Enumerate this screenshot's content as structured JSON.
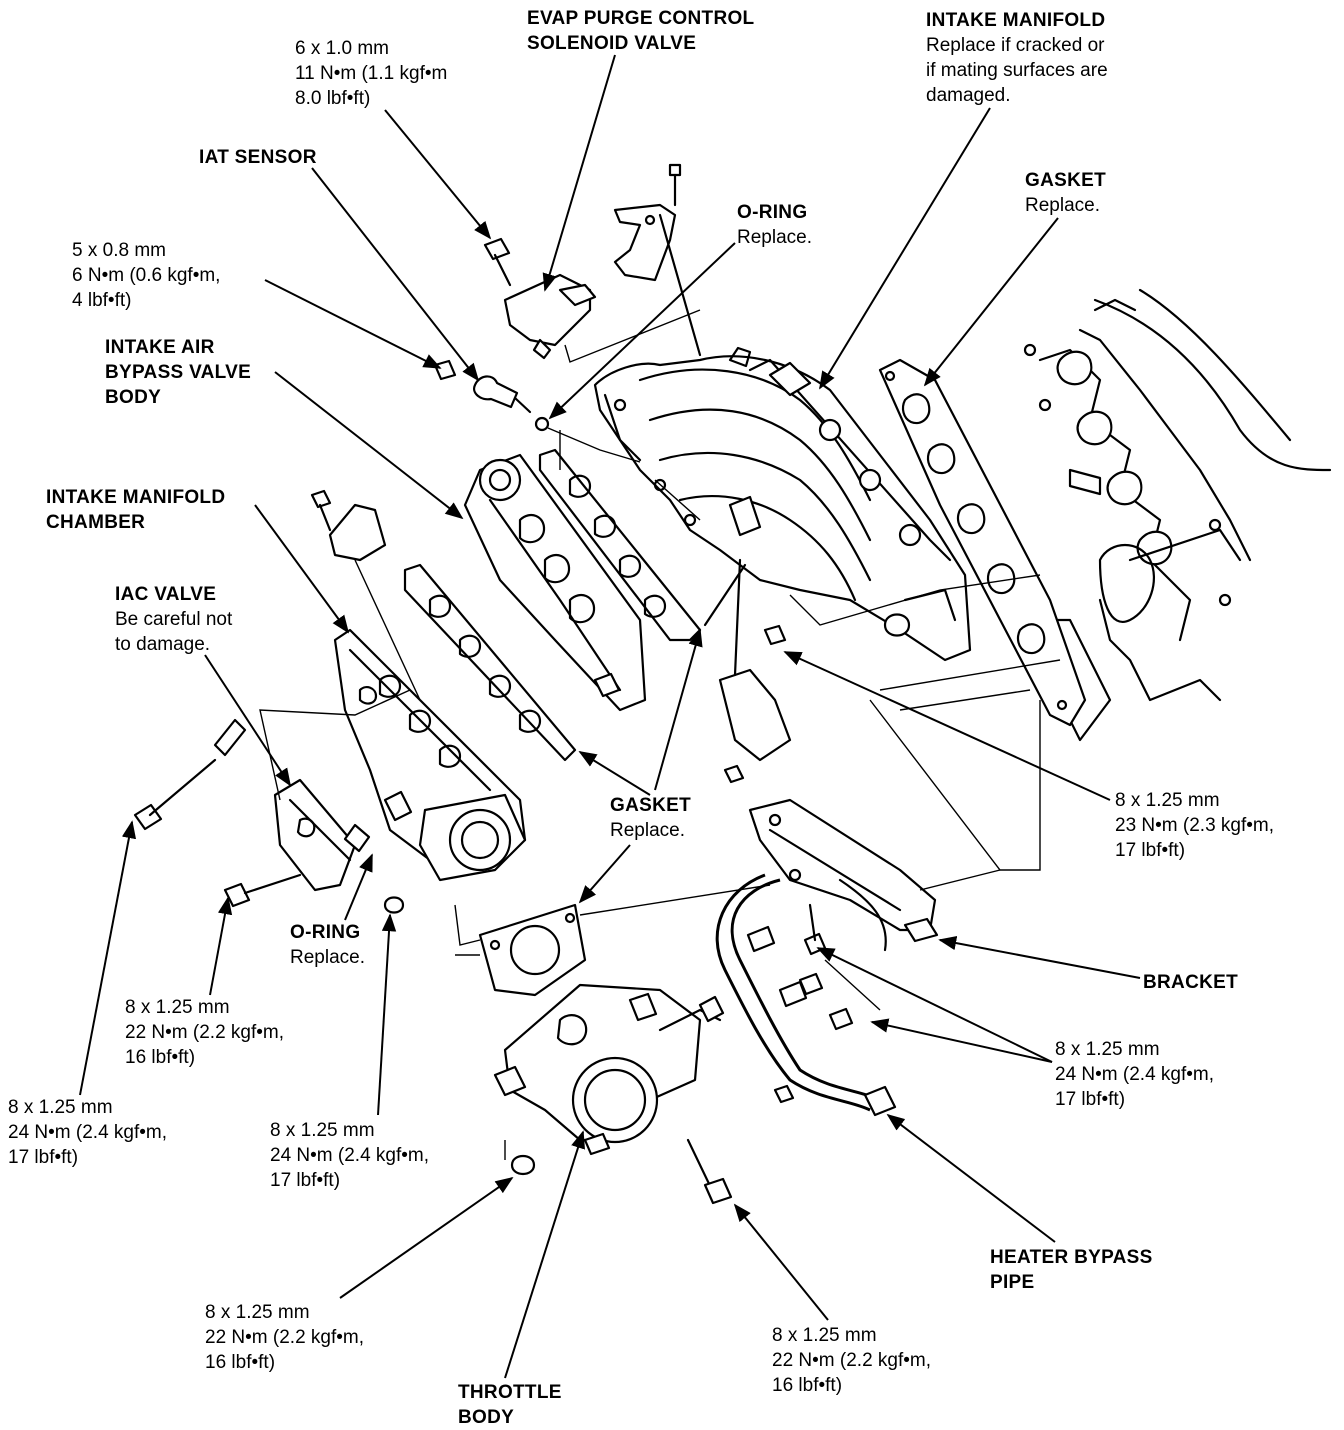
{
  "colors": {
    "ink": "#000000",
    "paper": "#ffffff"
  },
  "labels": {
    "evap": {
      "title": [
        "EVAP PURGE CONTROL",
        "SOLENOID VALVE"
      ],
      "note": []
    },
    "bolt_6x10": {
      "title": [],
      "note": [
        "6 x 1.0 mm",
        "11 N•m (1.1 kgf•m",
        "8.0 lbf•ft)"
      ]
    },
    "intake_manifold": {
      "title": [
        "INTAKE MANIFOLD"
      ],
      "note": [
        "Replace if cracked or",
        "if mating surfaces are",
        "damaged."
      ]
    },
    "iat": {
      "title": [
        "IAT SENSOR"
      ],
      "note": []
    },
    "gasket_top": {
      "title": [
        "GASKET"
      ],
      "note": [
        "Replace."
      ]
    },
    "oring_top": {
      "title": [
        "O-RING"
      ],
      "note": [
        "Replace."
      ]
    },
    "bolt_5x08": {
      "title": [],
      "note": [
        "5 x 0.8 mm",
        "6 N•m (0.6 kgf•m,",
        "4 lbf•ft)"
      ]
    },
    "bypass_valve": {
      "title": [
        "INTAKE AIR",
        "BYPASS VALVE",
        "BODY"
      ],
      "note": []
    },
    "chamber": {
      "title": [
        "INTAKE MANIFOLD",
        "CHAMBER"
      ],
      "note": []
    },
    "iac": {
      "title": [
        "IAC VALVE"
      ],
      "note": [
        "Be careful not",
        "to damage."
      ]
    },
    "bolt_23": {
      "title": [],
      "note": [
        "8 x 1.25 mm",
        "23 N•m (2.3 kgf•m,",
        "17 lbf•ft)"
      ]
    },
    "gasket_mid": {
      "title": [
        "GASKET"
      ],
      "note": [
        "Replace."
      ]
    },
    "bracket": {
      "title": [
        "BRACKET"
      ],
      "note": []
    },
    "oring_mid": {
      "title": [
        "O-RING"
      ],
      "note": [
        "Replace."
      ]
    },
    "bolt_22_left": {
      "title": [],
      "note": [
        "8 x 1.25 mm",
        "22 N•m (2.2 kgf•m,",
        "16 lbf•ft)"
      ]
    },
    "bolt_24_right": {
      "title": [],
      "note": [
        "8 x 1.25 mm",
        "24 N•m (2.4 kgf•m,",
        "17 lbf•ft)"
      ]
    },
    "bolt_24_far_left": {
      "title": [],
      "note": [
        "8 x 1.25 mm",
        "24 N•m (2.4 kgf•m,",
        "17 lbf•ft)"
      ]
    },
    "bolt_24_center": {
      "title": [],
      "note": [
        "8 x 1.25 mm",
        "24 N•m (2.4 kgf•m,",
        "17 lbf•ft)"
      ]
    },
    "heater_pipe": {
      "title": [
        "HEATER BYPASS",
        "PIPE"
      ],
      "note": []
    },
    "bolt_22_bottom_left": {
      "title": [],
      "note": [
        "8 x 1.25 mm",
        "22 N•m (2.2 kgf•m,",
        "16 lbf•ft)"
      ]
    },
    "bolt_22_bottom_right": {
      "title": [],
      "note": [
        "8 x 1.25 mm",
        "22 N•m (2.2 kgf•m,",
        "16 lbf•ft)"
      ]
    },
    "throttle_body": {
      "title": [
        "THROTTLE",
        "BODY"
      ],
      "note": []
    }
  }
}
